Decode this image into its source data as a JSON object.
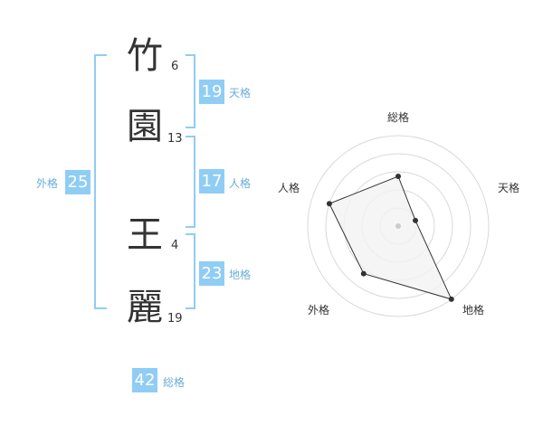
{
  "name_chars": [
    {
      "char": "竹",
      "strokes": "6"
    },
    {
      "char": "園",
      "strokes": "13"
    },
    {
      "char": "王",
      "strokes": "4"
    },
    {
      "char": "麗",
      "strokes": "19"
    }
  ],
  "scores": {
    "tenkaku": {
      "value": "19",
      "label": "天格"
    },
    "jinkaku": {
      "value": "17",
      "label": "人格"
    },
    "chikaku": {
      "value": "23",
      "label": "地格"
    },
    "gaikaku": {
      "value": "25",
      "label": "外格"
    },
    "soukaku": {
      "value": "42",
      "label": "総格"
    }
  },
  "chart_data": {
    "type": "radar",
    "axes": [
      "総格",
      "天格",
      "地格",
      "外格",
      "人格"
    ],
    "values": [
      0.55,
      0.2,
      1.0,
      0.65,
      0.8
    ],
    "rings": 5,
    "colors": {
      "fill": "#f2f2f2",
      "line": "#333333",
      "grid": "#d9d9d9",
      "center": "#cccccc"
    }
  }
}
